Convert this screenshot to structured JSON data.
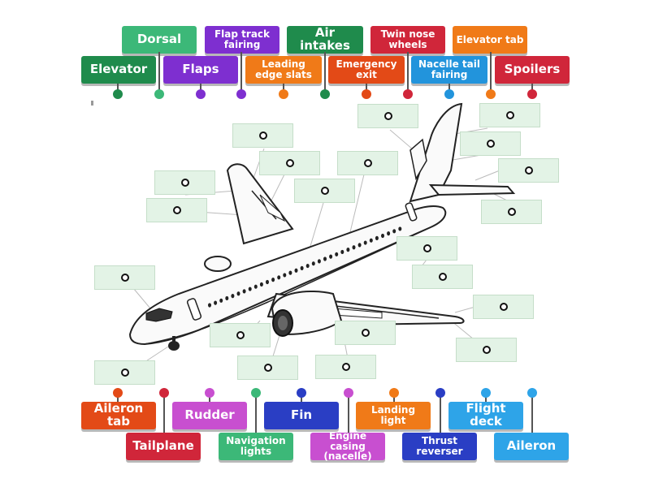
{
  "top_tiles": [
    {
      "label": "Dorsal",
      "color": "#3cb878",
      "pin": "#3cb878"
    },
    {
      "label": "Flap track fairing",
      "color": "#7e2fd0",
      "pin": "#7e2fd0"
    },
    {
      "label": "Air intakes",
      "color": "#1f8b4c",
      "pin": "#1f8b4c"
    },
    {
      "label": "Twin nose wheels",
      "color": "#d0263a",
      "pin": "#d0263a"
    },
    {
      "label": "Elevator tab",
      "color": "#f07a18",
      "pin": "#f07a18"
    },
    {
      "label": "Elevator",
      "color": "#1f8b4c",
      "pin": "#1f8b4c"
    },
    {
      "label": "Flaps",
      "color": "#7e2fd0",
      "pin": "#7e2fd0"
    },
    {
      "label": "Leading edge slats",
      "color": "#f07a18",
      "pin": "#f07a18"
    },
    {
      "label": "Emergency exit",
      "color": "#e34a17",
      "pin": "#e34a17"
    },
    {
      "label": "Nacelle tail fairing",
      "color": "#2294dc",
      "pin": "#2294dc"
    },
    {
      "label": "Spoilers",
      "color": "#d0263a",
      "pin": "#d0263a"
    }
  ],
  "bottom_tiles": [
    {
      "label": "Aileron tab",
      "color": "#e34a17",
      "pin": "#e34a17"
    },
    {
      "label": "Rudder",
      "color": "#c84fd0",
      "pin": "#c84fd0"
    },
    {
      "label": "Fin",
      "color": "#2a3ec4",
      "pin": "#2a3ec4"
    },
    {
      "label": "Landing light",
      "color": "#f07a18",
      "pin": "#f07a18"
    },
    {
      "label": "Flight deck",
      "color": "#2ea4e8",
      "pin": "#2ea4e8"
    },
    {
      "label": "Tailplane",
      "color": "#d0263a",
      "pin": "#d0263a"
    },
    {
      "label": "Navigation lights",
      "color": "#3cb878",
      "pin": "#3cb878"
    },
    {
      "label": "Engine casing (nacelle)",
      "color": "#c84fd0",
      "pin": "#c84fd0"
    },
    {
      "label": "Thrust reverser",
      "color": "#2a3ec4",
      "pin": "#2a3ec4"
    },
    {
      "label": "Aileron",
      "color": "#2ea4e8",
      "pin": "#2ea4e8"
    }
  ]
}
